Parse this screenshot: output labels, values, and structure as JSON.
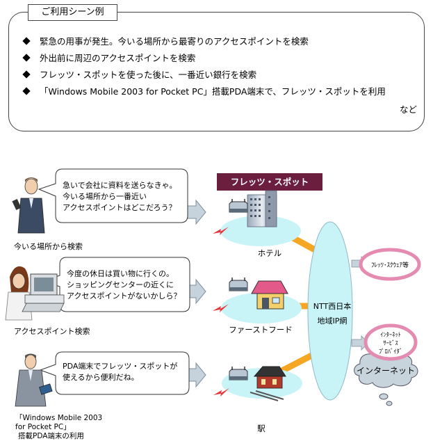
{
  "usage": {
    "title": "ご利用シーン例",
    "items": [
      "緊急の用事が発生。今いる場所から最寄りのアクセスポイントを検索",
      "外出前に周辺のアクセスポイントを検索",
      "フレッツ・スポットを使った後に、一番近い銀行を検索",
      "「Windows Mobile 2003 for Pocket PC」搭載PDA端末で、フレッツ・スポットを利用"
    ],
    "etc": "など"
  },
  "spot_header": "フレッツ・スポット",
  "scenes": [
    {
      "bubble": [
        "急いで会社に資料を送らなきゃ。",
        "今いる場所から一番近い",
        "アクセスポイントはどこだろう？"
      ],
      "caption": [
        "今いる場所から検索"
      ]
    },
    {
      "bubble": [
        "今度の休日は買い物に行くの。",
        "ショッピングセンターの近くに",
        "アクセスポイントがないかしら？"
      ],
      "caption": [
        "アクセスポイント検索"
      ]
    },
    {
      "bubble": [
        "PDA端末でフレッツ・スポットが",
        "使えるから便利だね。"
      ],
      "caption": [
        "「Windows Mobile 2003",
        " for Pocket PC」",
        "搭載PDA端末の利用"
      ]
    }
  ],
  "locations": [
    "ホテル",
    "ファーストフード",
    "駅"
  ],
  "network": {
    "name": [
      "NTT西日本",
      "地域IP網"
    ]
  },
  "services": [
    {
      "label": [
        "ﾌﾚｯﾂ･ｽｸｳｪｱ等"
      ]
    },
    {
      "label": [
        "ｲﾝﾀｰﾈｯﾄ",
        "ｻｰﾋﾞｽ",
        "ﾌﾟﾛﾊﾞｲﾀﾞ"
      ]
    }
  ],
  "internet": "インターネット",
  "colors": {
    "spot_header_bg": "#6b1e3e",
    "orange": "#f5a623",
    "pink": "#e58ab0",
    "cyan": "#c8f4f8",
    "arrow": "#c6d3dc"
  }
}
